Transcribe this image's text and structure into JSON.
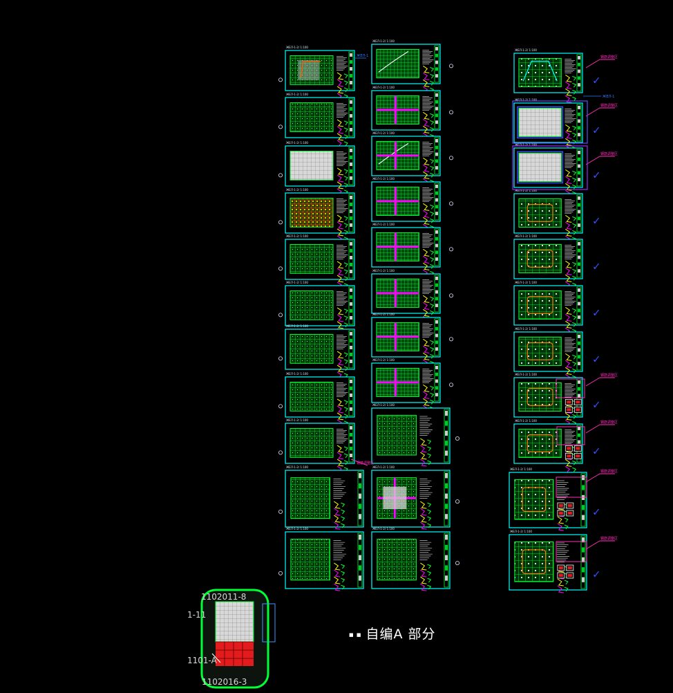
{
  "title": "",
  "colors": {
    "background": "#000000",
    "frame": "#00ffff",
    "plan": "#00ff33",
    "plan_dark": "#007a18",
    "highlight": "#ff00ff",
    "markup": "#ff2fb8",
    "check": "#3a4cff",
    "circle": "#dfe7ff",
    "label": "#dfe7ff",
    "red": "#e21c1c",
    "white": "#f4f4f4"
  },
  "sheet_label": "ЖЕЛ-1-2/  1:100",
  "column_left": {
    "sheet_count": 11,
    "variant_sequence": [
      "mixed-red-white",
      "green",
      "white",
      "red-orange",
      "green",
      "green",
      "green",
      "green",
      "green",
      "wide-frame",
      "wide-frame"
    ]
  },
  "column_middle": {
    "sheet_count": 11,
    "variant_sequence": [
      "green-line",
      "green-cross",
      "green-cross-line",
      "green-cross",
      "green-cross",
      "green-cross",
      "green-cross",
      "green-cross",
      "wide-frame",
      "wide-frame-white",
      "wide-frame"
    ]
  },
  "column_right": {
    "sheet_count": 11,
    "variant_sequence": [
      "green-cyan",
      "white-grid-highlight",
      "white-grid-highlight",
      "orange-outline",
      "orange-outline",
      "orange-grid",
      "orange-outline",
      "red-detail",
      "red-detail",
      "wide-red-detail",
      "wide-red-detail"
    ],
    "markup_note": "钢筋调整区",
    "check_mark": "✓"
  },
  "cursor_label": "ЖЕЛ-1",
  "thumbnail": {
    "labels": [
      "1102011-8",
      "1-11",
      "1101-A",
      "1102016-3"
    ]
  },
  "caption": {
    "prefix": "■ ■",
    "text": "自编A 部分"
  }
}
